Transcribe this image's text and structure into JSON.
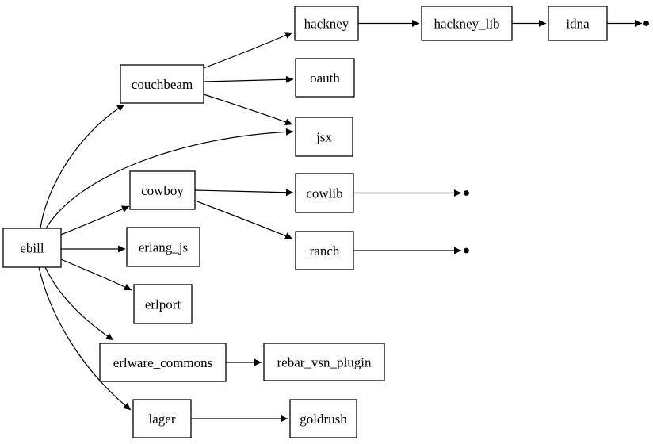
{
  "graph": {
    "type": "directed-dependency-graph",
    "root": "ebill",
    "colors": {
      "background": "#ffffff",
      "node_fill": "#ffffff",
      "node_stroke": "#000000",
      "edge_color": "#000000"
    },
    "nodes": [
      {
        "id": "ebill",
        "label": "ebill"
      },
      {
        "id": "couchbeam",
        "label": "couchbeam"
      },
      {
        "id": "hackney",
        "label": "hackney"
      },
      {
        "id": "hackney_lib",
        "label": "hackney_lib"
      },
      {
        "id": "idna",
        "label": "idna"
      },
      {
        "id": "oauth",
        "label": "oauth"
      },
      {
        "id": "jsx",
        "label": "jsx"
      },
      {
        "id": "cowboy",
        "label": "cowboy"
      },
      {
        "id": "cowlib",
        "label": "cowlib"
      },
      {
        "id": "ranch",
        "label": "ranch"
      },
      {
        "id": "erlang_js",
        "label": "erlang_js"
      },
      {
        "id": "erlport",
        "label": "erlport"
      },
      {
        "id": "erlware_commons",
        "label": "erlware_commons"
      },
      {
        "id": "rebar_vsn_plugin",
        "label": "rebar_vsn_plugin"
      },
      {
        "id": "lager",
        "label": "lager"
      },
      {
        "id": "goldrush",
        "label": "goldrush"
      }
    ],
    "edges": [
      {
        "from": "ebill",
        "to": "couchbeam"
      },
      {
        "from": "ebill",
        "to": "jsx"
      },
      {
        "from": "ebill",
        "to": "cowboy"
      },
      {
        "from": "ebill",
        "to": "erlang_js"
      },
      {
        "from": "ebill",
        "to": "erlport"
      },
      {
        "from": "ebill",
        "to": "erlware_commons"
      },
      {
        "from": "ebill",
        "to": "lager"
      },
      {
        "from": "couchbeam",
        "to": "hackney"
      },
      {
        "from": "couchbeam",
        "to": "oauth"
      },
      {
        "from": "couchbeam",
        "to": "jsx"
      },
      {
        "from": "hackney",
        "to": "hackney_lib"
      },
      {
        "from": "hackney_lib",
        "to": "idna"
      },
      {
        "from": "idna",
        "to": "(truncated)"
      },
      {
        "from": "cowboy",
        "to": "cowlib"
      },
      {
        "from": "cowboy",
        "to": "ranch"
      },
      {
        "from": "cowlib",
        "to": "(truncated)"
      },
      {
        "from": "ranch",
        "to": "(truncated)"
      },
      {
        "from": "erlware_commons",
        "to": "rebar_vsn_plugin"
      },
      {
        "from": "lager",
        "to": "goldrush"
      }
    ],
    "truncated_edge_sources": [
      "idna",
      "cowlib",
      "ranch"
    ]
  }
}
